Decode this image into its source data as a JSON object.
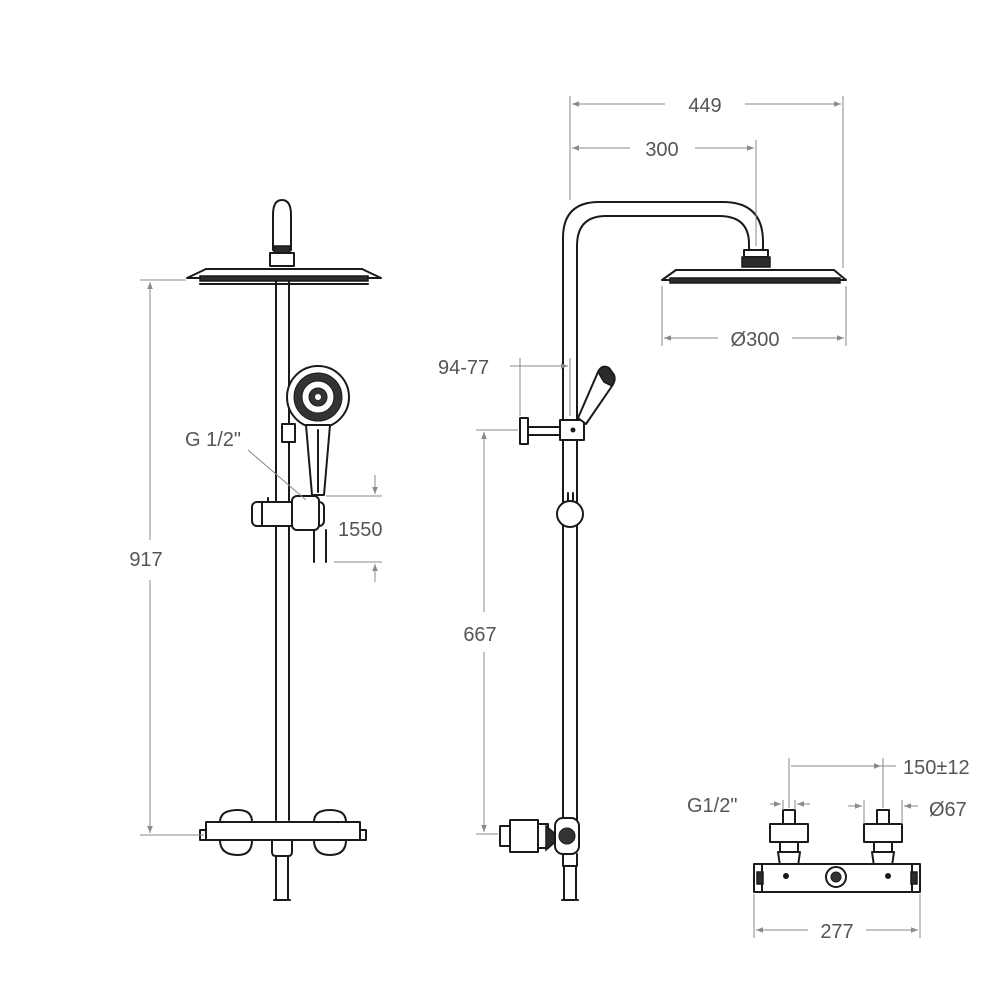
{
  "dimensions": {
    "width_total": "449",
    "arm_reach": "300",
    "head_diameter": "Ø300",
    "wall_offset": "94-77",
    "height_total": "917",
    "slider_height": "667",
    "hose_length": "1550",
    "hand_connection": "G 1/2\"",
    "inlet_spacing": "150±12",
    "inlet_thread": "G1/2\"",
    "flange_diameter": "Ø67",
    "mixer_width": "277"
  },
  "colors": {
    "line": "#1a1a1a",
    "dimension": "#8a8a8a",
    "text": "#555555"
  }
}
